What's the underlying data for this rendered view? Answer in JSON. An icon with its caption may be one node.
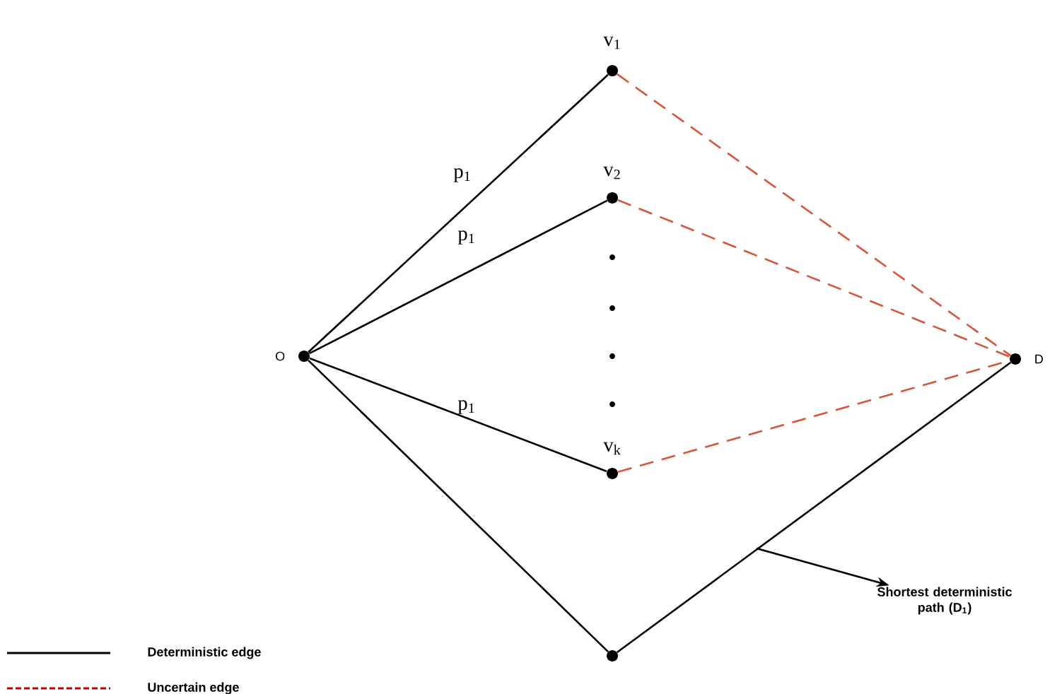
{
  "diagram": {
    "nodes": [
      {
        "text": [],
        "shape": "circle",
        "beside": [
          "O"
        ]
      },
      {
        "text": [],
        "shape": "circle",
        "beside": [
          "v$_{1}$"
        ]
      },
      {
        "text": [],
        "shape": "circle",
        "beside": [
          "v$_{2}$"
        ]
      },
      {
        "text": [],
        "shape": "circle",
        "beside": [
          "v$_{k}$"
        ]
      },
      {
        "text": [],
        "shape": "circle",
        "beside": [
          "D"
        ]
      },
      {
        "text": [],
        "shape": "circle"
      },
      {
        "text": [
          "Shortest deterministic path (D$_{1}$)"
        ]
      }
    ],
    "edges": [
      {
        "from": 0,
        "to": 1,
        "arrow": "none",
        "label": "p$_{1}$"
      },
      {
        "from": 0,
        "to": 2,
        "arrow": "none",
        "label": "p$_{1}$"
      },
      {
        "from": 0,
        "to": 3,
        "arrow": "none",
        "label": "p$_{1}$"
      },
      {
        "from": 0,
        "to": 5,
        "arrow": "none"
      },
      {
        "from": 5,
        "to": 4,
        "arrow": "none"
      },
      {
        "from": 1,
        "to": 4,
        "arrow": "none",
        "style": "dashed",
        "color": "#d9553a"
      },
      {
        "from": 2,
        "to": 4,
        "arrow": "none",
        "style": "dashed",
        "color": "#d9553a"
      },
      {
        "from": 3,
        "to": 4,
        "arrow": "none",
        "style": "dashed",
        "color": "#d9553a"
      },
      {
        "from": null,
        "to": 6,
        "arrow": "to"
      }
    ],
    "legend": [
      {
        "text": "Deterministic edge"
      },
      {
        "text": "Uncertain edge"
      }
    ]
  }
}
